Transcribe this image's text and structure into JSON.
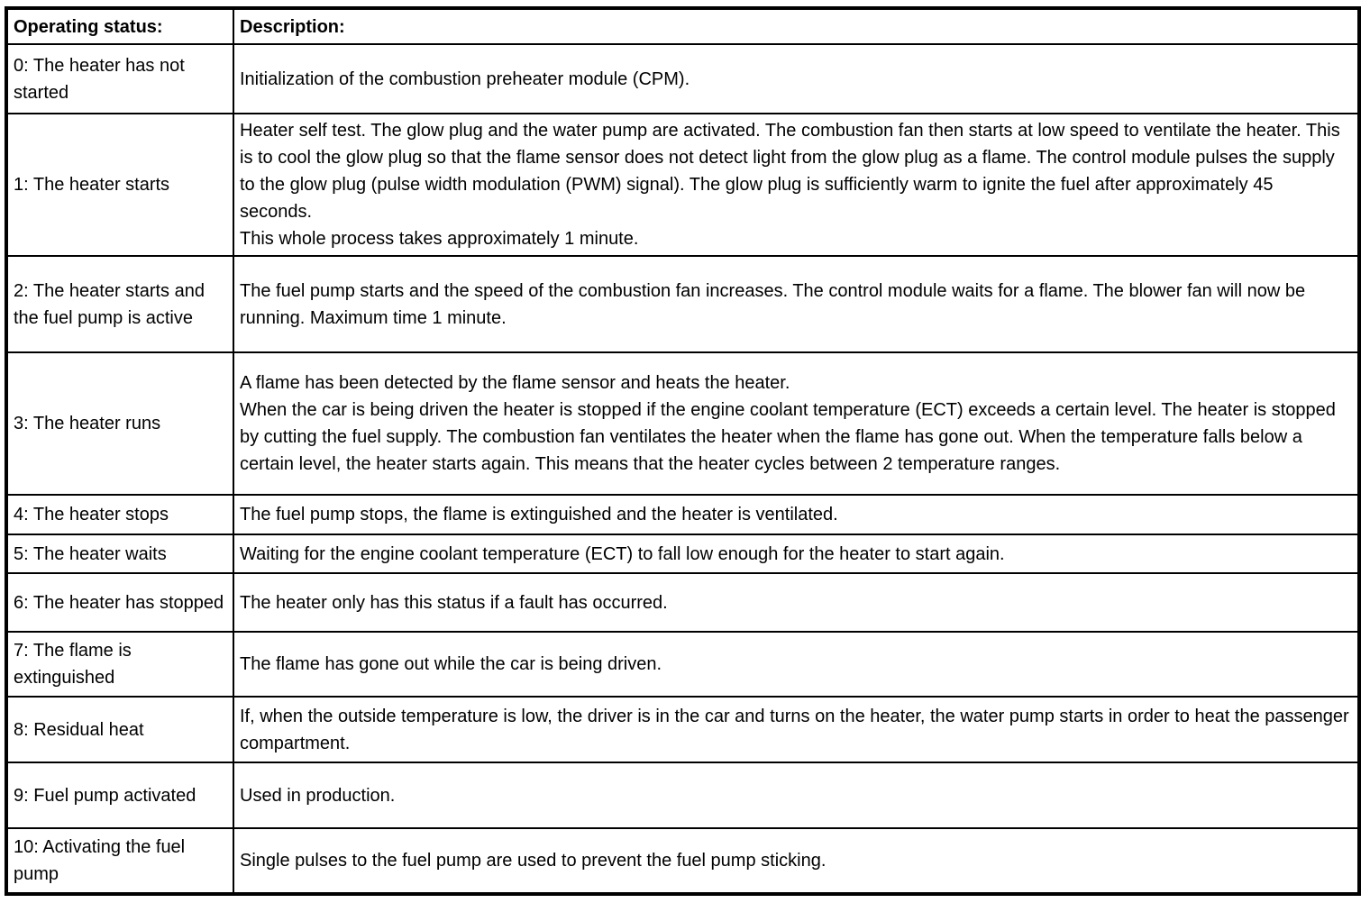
{
  "table": {
    "header": {
      "status_label": "Operating status:",
      "description_label": "Description:"
    },
    "rows": [
      {
        "status": "0: The heater has not started",
        "description": "Initialization of the combustion preheater module (CPM)."
      },
      {
        "status": "1: The heater starts",
        "description": "Heater self test. The glow plug and the water pump are activated. The combustion fan then starts at low speed to ventilate the heater. This is to cool the glow plug so that the flame sensor does not detect light from the glow plug as a flame. The control module pulses the supply to the glow plug (pulse width modulation (PWM) signal). The glow plug is sufficiently warm to ignite the fuel after approximately 45 seconds.\nThis whole process takes approximately 1 minute."
      },
      {
        "status": "2: The heater starts and the fuel pump is active",
        "description": "The fuel pump starts and the speed of the combustion fan increases. The control module waits for a flame. The blower fan will now be running. Maximum time 1 minute."
      },
      {
        "status": "3: The heater runs",
        "description": "A flame has been detected by the flame sensor and heats the heater.\nWhen the car is being driven the heater is stopped if the engine coolant temperature (ECT) exceeds a certain level. The heater is stopped by cutting the fuel supply. The combustion fan ventilates the heater when the flame has gone out. When the temperature falls below a certain level, the heater starts again. This means that the heater cycles between 2 temperature ranges."
      },
      {
        "status": "4: The heater stops",
        "description": "The fuel pump stops, the flame is extinguished and the heater is ventilated."
      },
      {
        "status": "5: The heater waits",
        "description": "Waiting for the engine coolant temperature (ECT) to fall low enough for the heater to start again."
      },
      {
        "status": "6: The heater has stopped",
        "description": "The heater only has this status if a fault has occurred."
      },
      {
        "status": "7: The flame is extinguished",
        "description": "The flame has gone out while the car is being driven."
      },
      {
        "status": "8: Residual heat",
        "description": "If, when the outside temperature is low, the driver is in the car and turns on the heater, the water pump starts in order to heat the passenger compartment."
      },
      {
        "status": "9: Fuel pump activated",
        "description": "Used in production."
      },
      {
        "status": "10: Activating the fuel pump",
        "description": "Single pulses to the fuel pump are used to prevent the fuel pump sticking."
      }
    ]
  }
}
